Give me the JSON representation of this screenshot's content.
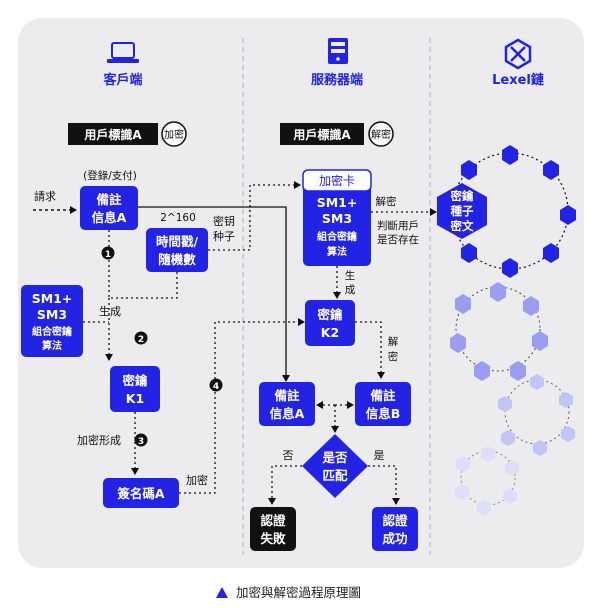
{
  "columns": {
    "client": "客戶端",
    "server": "服務器端",
    "chain": "Lexel鏈"
  },
  "labels": {
    "user_id_a": "用戶標識A",
    "encrypt": "加密",
    "decrypt": "解密",
    "login_pay": "(登錄/支付)",
    "request": "請求",
    "remark_a_1": "備註",
    "remark_a_2": "信息A",
    "pow": "2^160",
    "timestamp_1": "時間戳/",
    "timestamp_2": "隨機數",
    "seed_1": "密钥",
    "seed_2": "种子",
    "algo_1": "SM1+",
    "algo_2": "SM3",
    "algo_3": "組合密鑰",
    "algo_4": "算法",
    "generate": "生成",
    "key_1": "密鑰",
    "key_k1": "K1",
    "key_k2": "K2",
    "encrypt_form": "加密形成",
    "signature": "簽名碼A",
    "encrypt_card": "加密卡",
    "decrypt_judge_1": "解密",
    "decrypt_judge_2": "判斷用戶",
    "decrypt_judge_3": "是否存在",
    "gen_1": "生",
    "gen_2": "成",
    "decrypt_v1": "解",
    "decrypt_v2": "密",
    "remark_b_2": "信息B",
    "match_1": "是否",
    "match_2": "匹配",
    "no": "否",
    "yes": "是",
    "fail_1": "認證",
    "fail_2": "失敗",
    "success_1": "認證",
    "success_2": "成功",
    "cipher_1": "密鑰",
    "cipher_2": "種子",
    "cipher_3": "密文",
    "step1": "1",
    "step2": "2",
    "step3": "3",
    "step4": "4"
  },
  "caption": "加密與解密過程原理圖",
  "colors": {
    "primary": "#2323e6",
    "panel": "#ececee",
    "dark": "#111111",
    "faded1": "#9c9cf0",
    "faded2": "#c3c3f5",
    "faded3": "#dedef8"
  }
}
